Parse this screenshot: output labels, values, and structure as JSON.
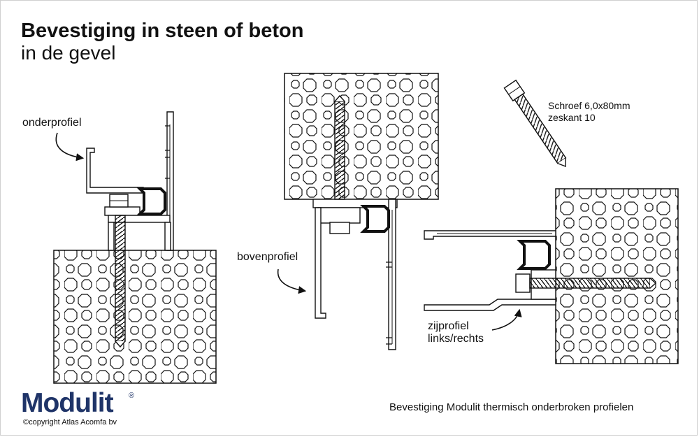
{
  "header": {
    "title": "Bevestiging in steen of beton",
    "subtitle": "in de gevel"
  },
  "labels": {
    "onderprofiel": "onderprofiel",
    "bovenprofiel": "bovenprofiel",
    "zijprofiel_line1": "zijprofiel",
    "zijprofiel_line2": "links/rechts",
    "screw_line1": "Schroef 6,0x80mm",
    "screw_line2": "zeskant 10"
  },
  "footer": {
    "brand": "Modulit",
    "registered": "®",
    "copyright": "©copyright Atlas Acomfa bv",
    "caption": "Bevestiging Modulit thermisch onderbroken profielen"
  },
  "colors": {
    "brand": "#1f3468",
    "line": "#111111",
    "fill": "#ffffff",
    "thermal_break": "#111111"
  }
}
